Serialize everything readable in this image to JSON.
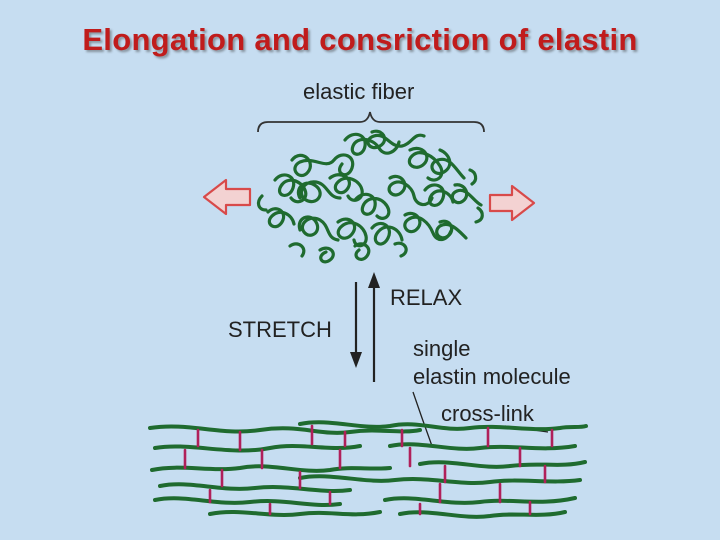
{
  "title": "Elongation and consriction of elastin",
  "labels": {
    "elastic_fiber": "elastic fiber",
    "relax": "RELAX",
    "stretch": "STRETCH",
    "single": "single",
    "elastin_molecule": "elastin molecule",
    "cross_link": "cross-link"
  },
  "colors": {
    "background": "#c6ddf1",
    "title": "#c01c1c",
    "fiber": "#1f6b2f",
    "crosslink": "#b0205a",
    "arrow_outline": "#d84a4a"
  },
  "icons": [
    "left-arrow-icon",
    "right-arrow-icon"
  ]
}
